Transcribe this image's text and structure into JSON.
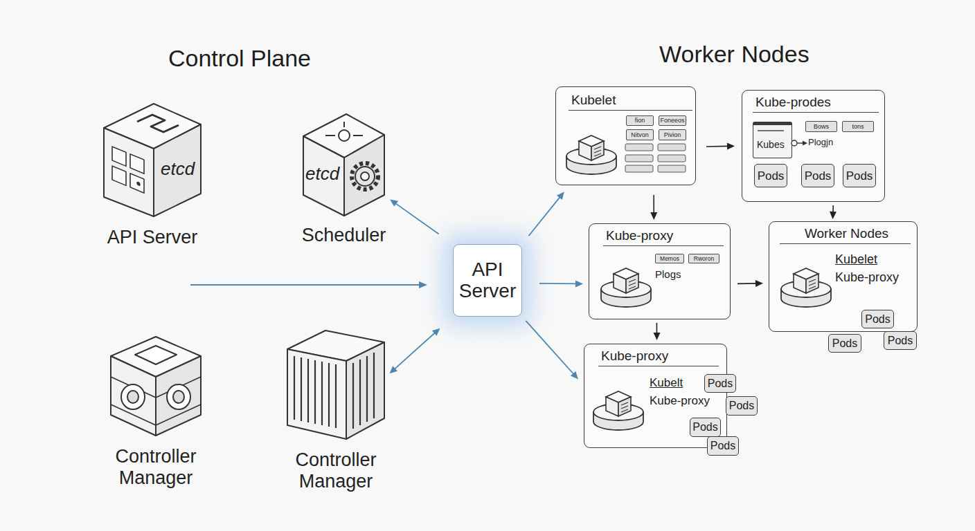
{
  "diagram": {
    "nodes": [
      {
        "text": [
          "etcd",
          "API Server"
        ]
      },
      {
        "text": [
          "etcd",
          "Scheduler"
        ]
      },
      {
        "text": [
          "Controller Manager"
        ]
      },
      {
        "text": [
          "Controller Manager"
        ]
      },
      {
        "text": [
          "API Server"
        ]
      },
      {
        "text": [
          "Kubelet"
        ]
      },
      {
        "text": [
          "fion"
        ],
        "in": 5
      },
      {
        "text": [
          "Foneeos"
        ],
        "in": 5
      },
      {
        "text": [
          "Nitvon"
        ],
        "in": 5
      },
      {
        "text": [
          "Pivion"
        ],
        "in": 5
      },
      {
        "text": [
          "Kube-prodes"
        ]
      },
      {
        "text": [
          "Kubes"
        ],
        "in": 10
      },
      {
        "text": [
          "Bows"
        ],
        "in": 10
      },
      {
        "text": [
          "tons"
        ],
        "in": 10
      },
      {
        "text": [
          "Pods"
        ],
        "in": 10
      },
      {
        "text": [
          "Pods"
        ],
        "in": 10
      },
      {
        "text": [
          "Pods"
        ],
        "in": 10
      },
      {
        "text": [
          "Kube-proxy",
          "Plogs"
        ]
      },
      {
        "text": [
          "Memos"
        ],
        "in": 17
      },
      {
        "text": [
          "Rworon"
        ],
        "in": 17
      },
      {
        "text": [
          "Worker Nodes",
          "Kubelet",
          "Kube-proxy"
        ]
      },
      {
        "text": [
          "Pods"
        ],
        "in": 20
      },
      {
        "text": [
          "Pods"
        ],
        "in": 20
      },
      {
        "text": [
          "Pods"
        ],
        "in": 20
      },
      {
        "text": [
          "Kube-proxy",
          "Kubelt",
          "Kube-proxy"
        ]
      },
      {
        "text": [
          "Pods"
        ],
        "in": 24
      },
      {
        "text": [
          "Pods"
        ],
        "in": 24
      },
      {
        "text": [
          "Pods"
        ],
        "in": 24
      },
      {
        "text": [
          "Pods"
        ],
        "in": 24
      }
    ],
    "edges": [
      {
        "from": 4,
        "to": 1,
        "arrow": "to"
      },
      {
        "from": 4,
        "to": 3,
        "arrow": "both"
      },
      {
        "from": 4,
        "to": 5,
        "arrow": "to"
      },
      {
        "from": 4,
        "to": 17,
        "arrow": "to"
      },
      {
        "from": 4,
        "to": 24,
        "arrow": "to"
      },
      {
        "from": 5,
        "to": 10,
        "arrow": "to"
      },
      {
        "from": 5,
        "to": 17,
        "arrow": "to"
      },
      {
        "from": 10,
        "to": 20,
        "arrow": "to"
      },
      {
        "from": 17,
        "to": 20,
        "arrow": "to"
      },
      {
        "from": 17,
        "to": 24,
        "arrow": "to"
      }
    ],
    "labels": [
      "Control Plane",
      "Worker Nodes",
      "Plogjn"
    ]
  }
}
